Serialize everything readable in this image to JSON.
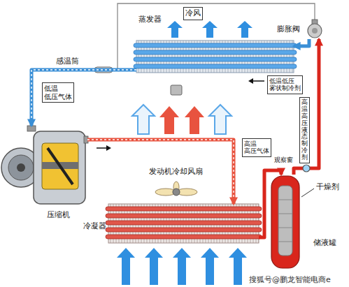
{
  "diagram": {
    "nodes": [
      {
        "text": [
          "冷风"
        ]
      },
      {
        "text": [
          "蒸发器"
        ]
      },
      {
        "text": [
          "膨胀阀"
        ]
      },
      {
        "text": [
          "低温低压 雾状制冷剂"
        ]
      },
      {
        "text": [
          "低温 低压气体"
        ]
      },
      {
        "text": [
          "高温高压 液态制冷剂"
        ]
      },
      {
        "text": [
          "高温 高压气体"
        ]
      },
      {
        "text": [
          "压缩机"
        ]
      },
      {
        "text": [
          "冷凝器"
        ]
      },
      {
        "text": [
          "储液罐"
        ]
      }
    ],
    "edges": [
      {
        "from": 7,
        "to": 8,
        "arrow": "to"
      },
      {
        "from": 8,
        "to": 9,
        "arrow": "to"
      },
      {
        "from": 9,
        "to": 2,
        "arrow": "to"
      },
      {
        "from": 2,
        "to": 1,
        "arrow": "to"
      },
      {
        "from": 1,
        "to": 7,
        "arrow": "to"
      }
    ],
    "labels": [
      "感温筒",
      "发动机冷却风扇",
      "观察窗",
      "干燥剂",
      "搜狐号@鹏龙智能电商e"
    ]
  }
}
